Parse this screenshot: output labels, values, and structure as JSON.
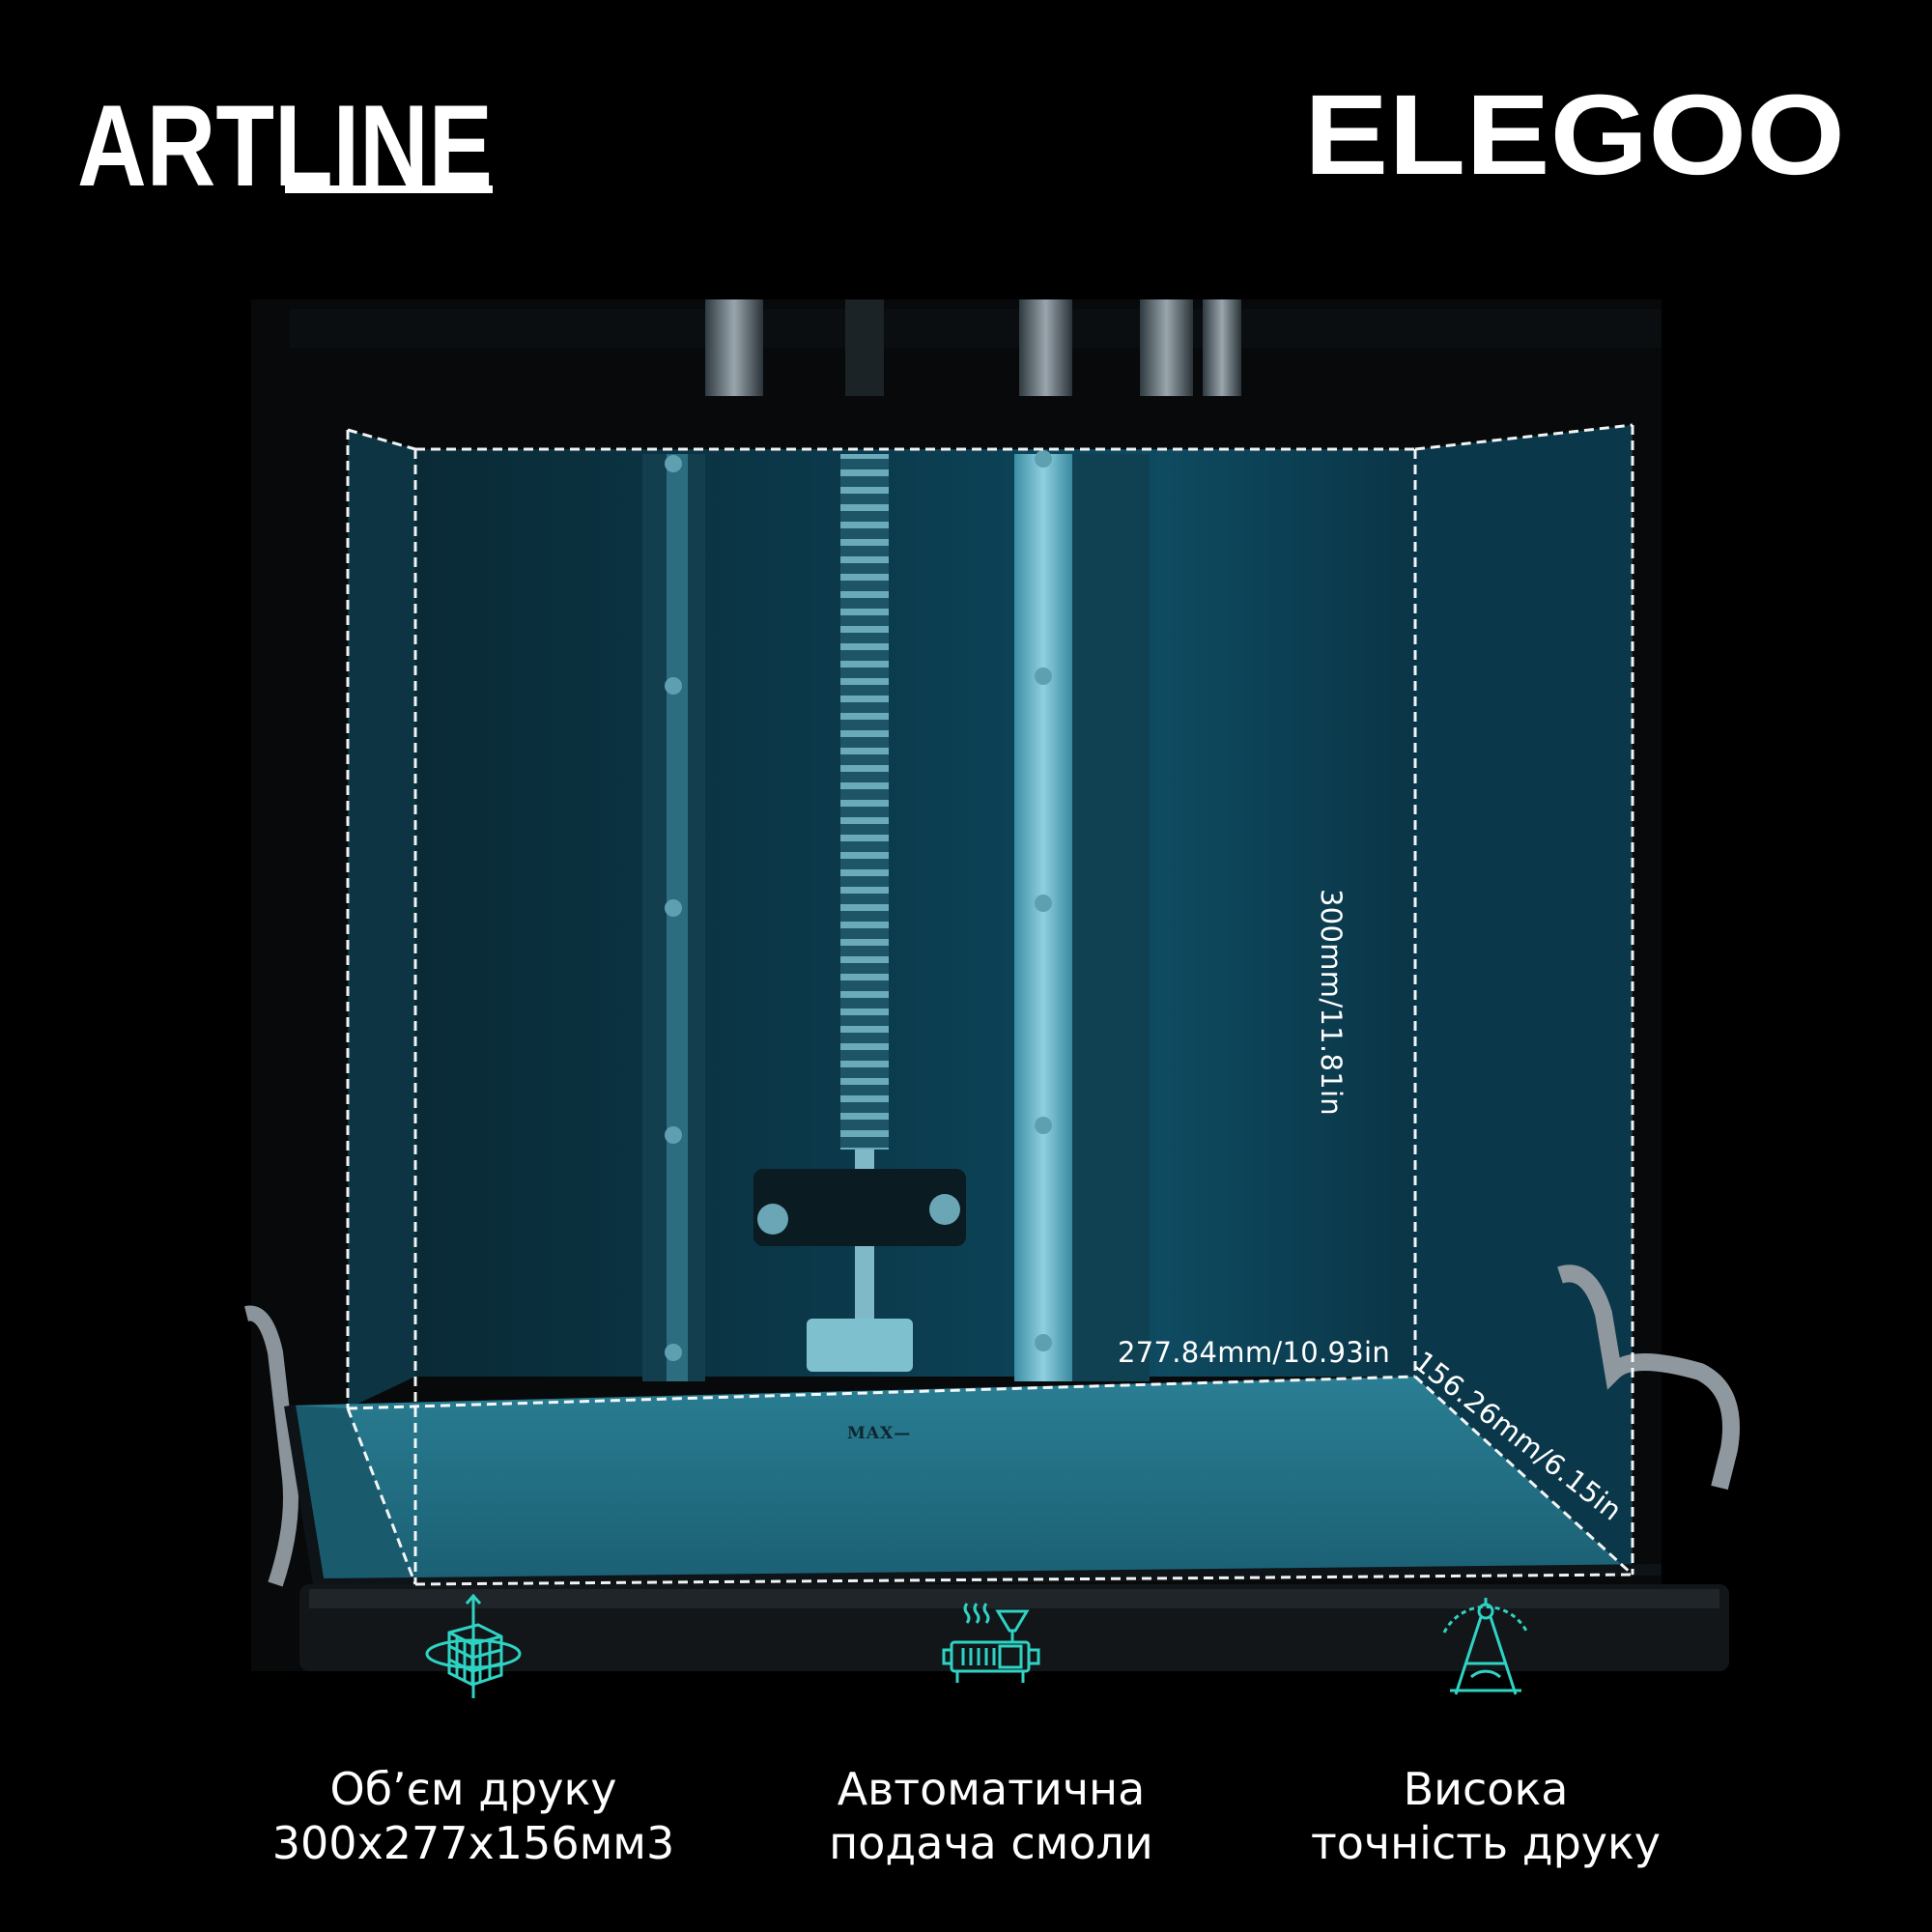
{
  "brands": {
    "left_logo": "ARTLINE",
    "right_logo": "ELEGOO"
  },
  "dimensions": {
    "height": "300mm/11.81in",
    "width": "277.84mm/10.93in",
    "depth": "156.26mm/6.15in",
    "max_mark": "MAX—"
  },
  "features": [
    {
      "icon": "cube-rotation-icon",
      "line1": "Об’єм друку",
      "line2": "300x277x156мм3"
    },
    {
      "icon": "resin-feeder-icon",
      "line1": "Автоматична",
      "line2": "подача смоли"
    },
    {
      "icon": "compass-icon",
      "line1": "Висока",
      "line2": "точність друку"
    }
  ],
  "colors": {
    "accent": "#2fd3c4",
    "volume_tint": "#0f5a70"
  }
}
